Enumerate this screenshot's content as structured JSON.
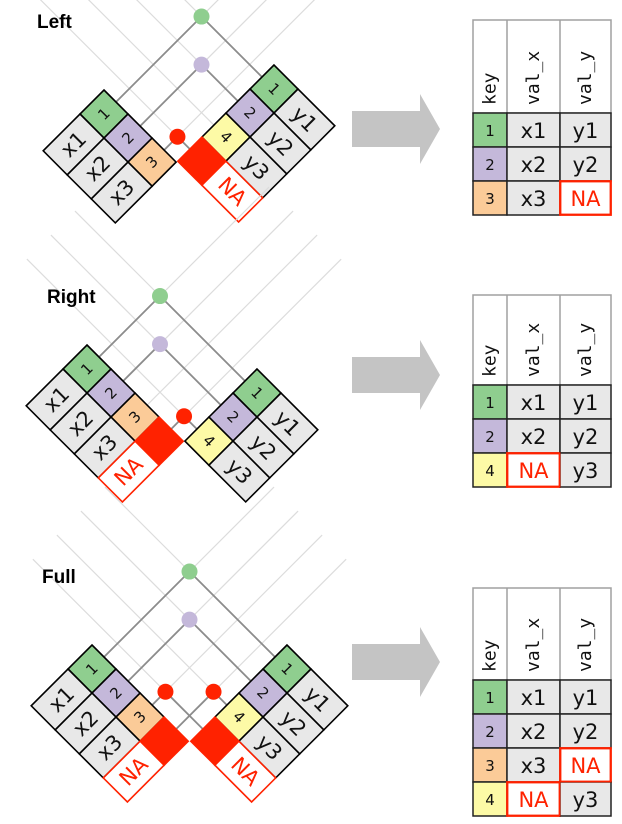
{
  "colors": {
    "key_1": "#8fce8f",
    "key_2": "#c4b8da",
    "key_3": "#fbcb98",
    "key_4": "#fdfaa6",
    "missing": "#ff2200",
    "value_bg": "#e8e8e8",
    "arrow": "#c4c4c4",
    "link_line": "#8c8c8c",
    "grid_line": "#dcdcdc"
  },
  "panels": [
    {
      "id": "left",
      "title": "Left",
      "x_table": [
        {
          "key": "1",
          "value": "x1"
        },
        {
          "key": "2",
          "value": "x2"
        },
        {
          "key": "3",
          "value": "x3"
        }
      ],
      "y_table": [
        {
          "key": "1",
          "value": "y1"
        },
        {
          "key": "2",
          "value": "y2"
        },
        {
          "key": "4",
          "value": "y3"
        },
        {
          "key": null,
          "value": "NA",
          "missing": true
        }
      ],
      "x_table_missing_rows": [],
      "result": {
        "headers": [
          "key",
          "val_x",
          "val_y"
        ],
        "rows": [
          {
            "key": "1",
            "val_x": "x1",
            "val_y": "y1"
          },
          {
            "key": "2",
            "val_x": "x2",
            "val_y": "y2"
          },
          {
            "key": "3",
            "val_x": "x3",
            "val_y": "NA"
          }
        ]
      }
    },
    {
      "id": "right",
      "title": "Right",
      "x_table": [
        {
          "key": "1",
          "value": "x1"
        },
        {
          "key": "2",
          "value": "x2"
        },
        {
          "key": "3",
          "value": "x3"
        },
        {
          "key": null,
          "value": "NA",
          "missing": true
        }
      ],
      "y_table": [
        {
          "key": "1",
          "value": "y1"
        },
        {
          "key": "2",
          "value": "y2"
        },
        {
          "key": "4",
          "value": "y3"
        }
      ],
      "result": {
        "headers": [
          "key",
          "val_x",
          "val_y"
        ],
        "rows": [
          {
            "key": "1",
            "val_x": "x1",
            "val_y": "y1"
          },
          {
            "key": "2",
            "val_x": "x2",
            "val_y": "y2"
          },
          {
            "key": "4",
            "val_x": "NA",
            "val_y": "y3"
          }
        ]
      }
    },
    {
      "id": "full",
      "title": "Full",
      "x_table": [
        {
          "key": "1",
          "value": "x1"
        },
        {
          "key": "2",
          "value": "x2"
        },
        {
          "key": "3",
          "value": "x3"
        },
        {
          "key": null,
          "value": "NA",
          "missing": true
        }
      ],
      "y_table": [
        {
          "key": "1",
          "value": "y1"
        },
        {
          "key": "2",
          "value": "y2"
        },
        {
          "key": "4",
          "value": "y3"
        },
        {
          "key": null,
          "value": "NA",
          "missing": true
        }
      ],
      "result": {
        "headers": [
          "key",
          "val_x",
          "val_y"
        ],
        "rows": [
          {
            "key": "1",
            "val_x": "x1",
            "val_y": "y1"
          },
          {
            "key": "2",
            "val_x": "x2",
            "val_y": "y2"
          },
          {
            "key": "3",
            "val_x": "x3",
            "val_y": "NA"
          },
          {
            "key": "4",
            "val_x": "NA",
            "val_y": "y3"
          }
        ]
      }
    }
  ]
}
